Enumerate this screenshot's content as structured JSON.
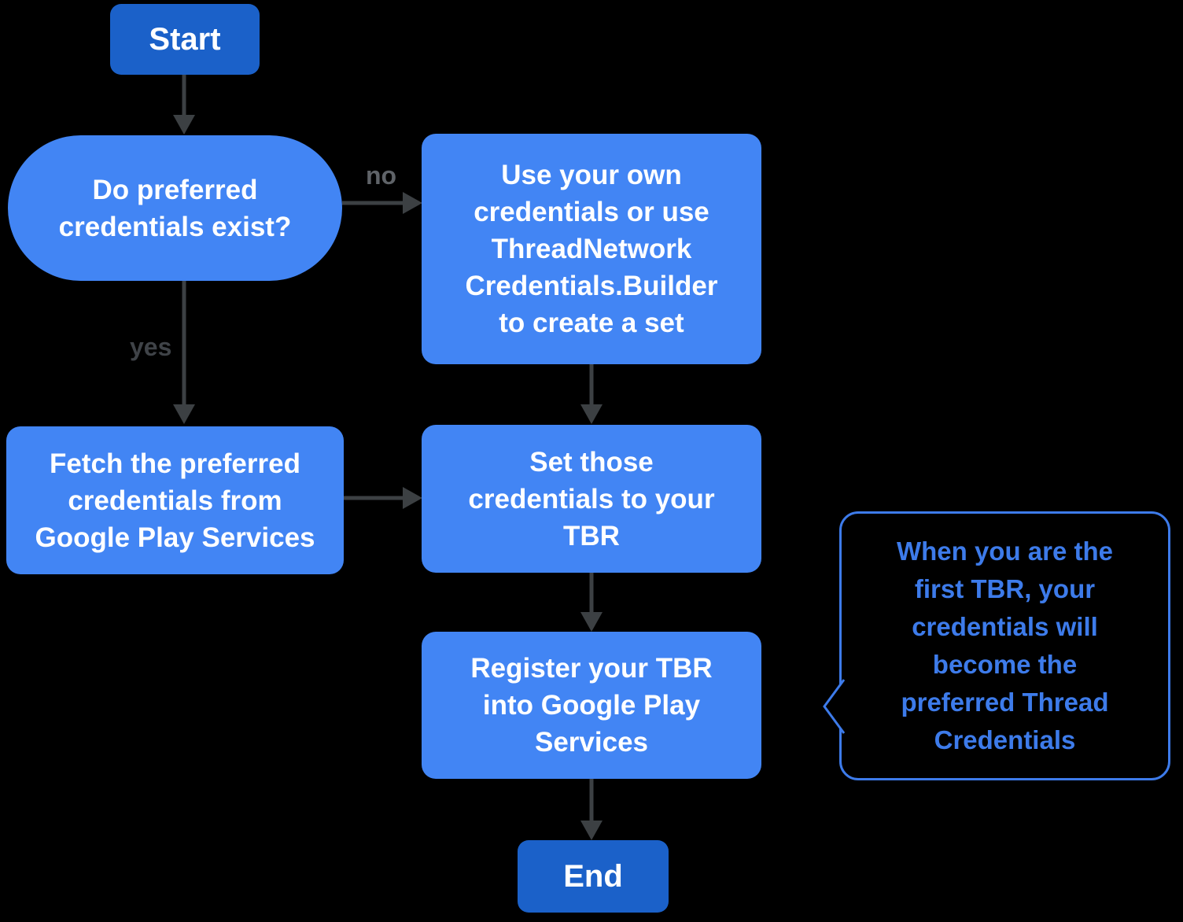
{
  "colors": {
    "bg": "#000000",
    "node-dark": "#1B61C9",
    "node-light": "#4285F4",
    "arrow": "#3C4043",
    "label-no": "#5F6368",
    "label-yes": "#3F4348",
    "callout": "#3D7BEA",
    "text-light": "#FFFFFF"
  },
  "flowchart": {
    "nodes": {
      "start": {
        "label": "Start"
      },
      "decision": {
        "label": "Do preferred\ncredentials exist?"
      },
      "use_own": {
        "label": "Use your own\ncredentials or use\nThreadNetwork\nCredentials.Builder\nto create a set"
      },
      "fetch": {
        "label": "Fetch the preferred\ncredentials from\nGoogle Play Services"
      },
      "set": {
        "label": "Set those\ncredentials to your\nTBR"
      },
      "register": {
        "label": "Register your TBR\ninto Google Play\nServices"
      },
      "end": {
        "label": "End"
      }
    },
    "edges": {
      "no_label": "no",
      "yes_label": "yes"
    },
    "callout": {
      "text": "When you are the\nfirst TBR, your\ncredentials will\nbecome the\npreferred Thread\nCredentials"
    }
  }
}
